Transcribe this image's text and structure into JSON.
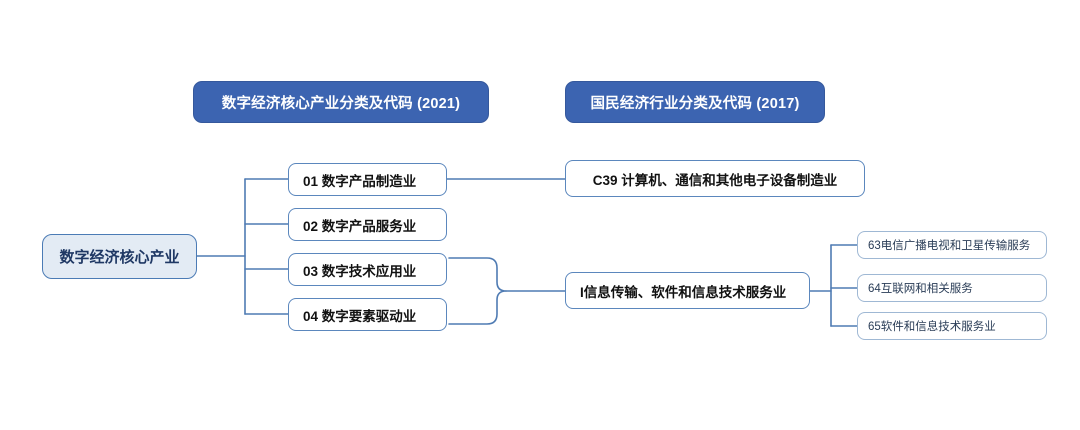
{
  "diagram": {
    "title_left": "数字经济核心产业分类及代码 (2021)",
    "title_right": "国民经济行业分类及代码 (2017)",
    "root": "数字经济核心产业",
    "categories": [
      {
        "label": "01 数字产品制造业"
      },
      {
        "label": "02 数字产品服务业"
      },
      {
        "label": "03 数字技术应用业"
      },
      {
        "label": "04 数字要素驱动业"
      }
    ],
    "industries": [
      {
        "label": "C39 计算机、通信和其他电子设备制造业"
      },
      {
        "label": "I信息传输、软件和信息技术服务业"
      }
    ],
    "subitems": [
      {
        "label": "63电信广播电视和卫星传输服务"
      },
      {
        "label": "64互联网和相关服务"
      },
      {
        "label": "65软件和信息技术服务业"
      }
    ],
    "colors": {
      "header_fill": "#3C64B1",
      "header_text": "#FFFFFF",
      "root_fill": "#E3EBF4",
      "node_border": "#5B87BD",
      "leaf_border": "#9FB8D4",
      "connector": "#4F7BB3"
    }
  }
}
